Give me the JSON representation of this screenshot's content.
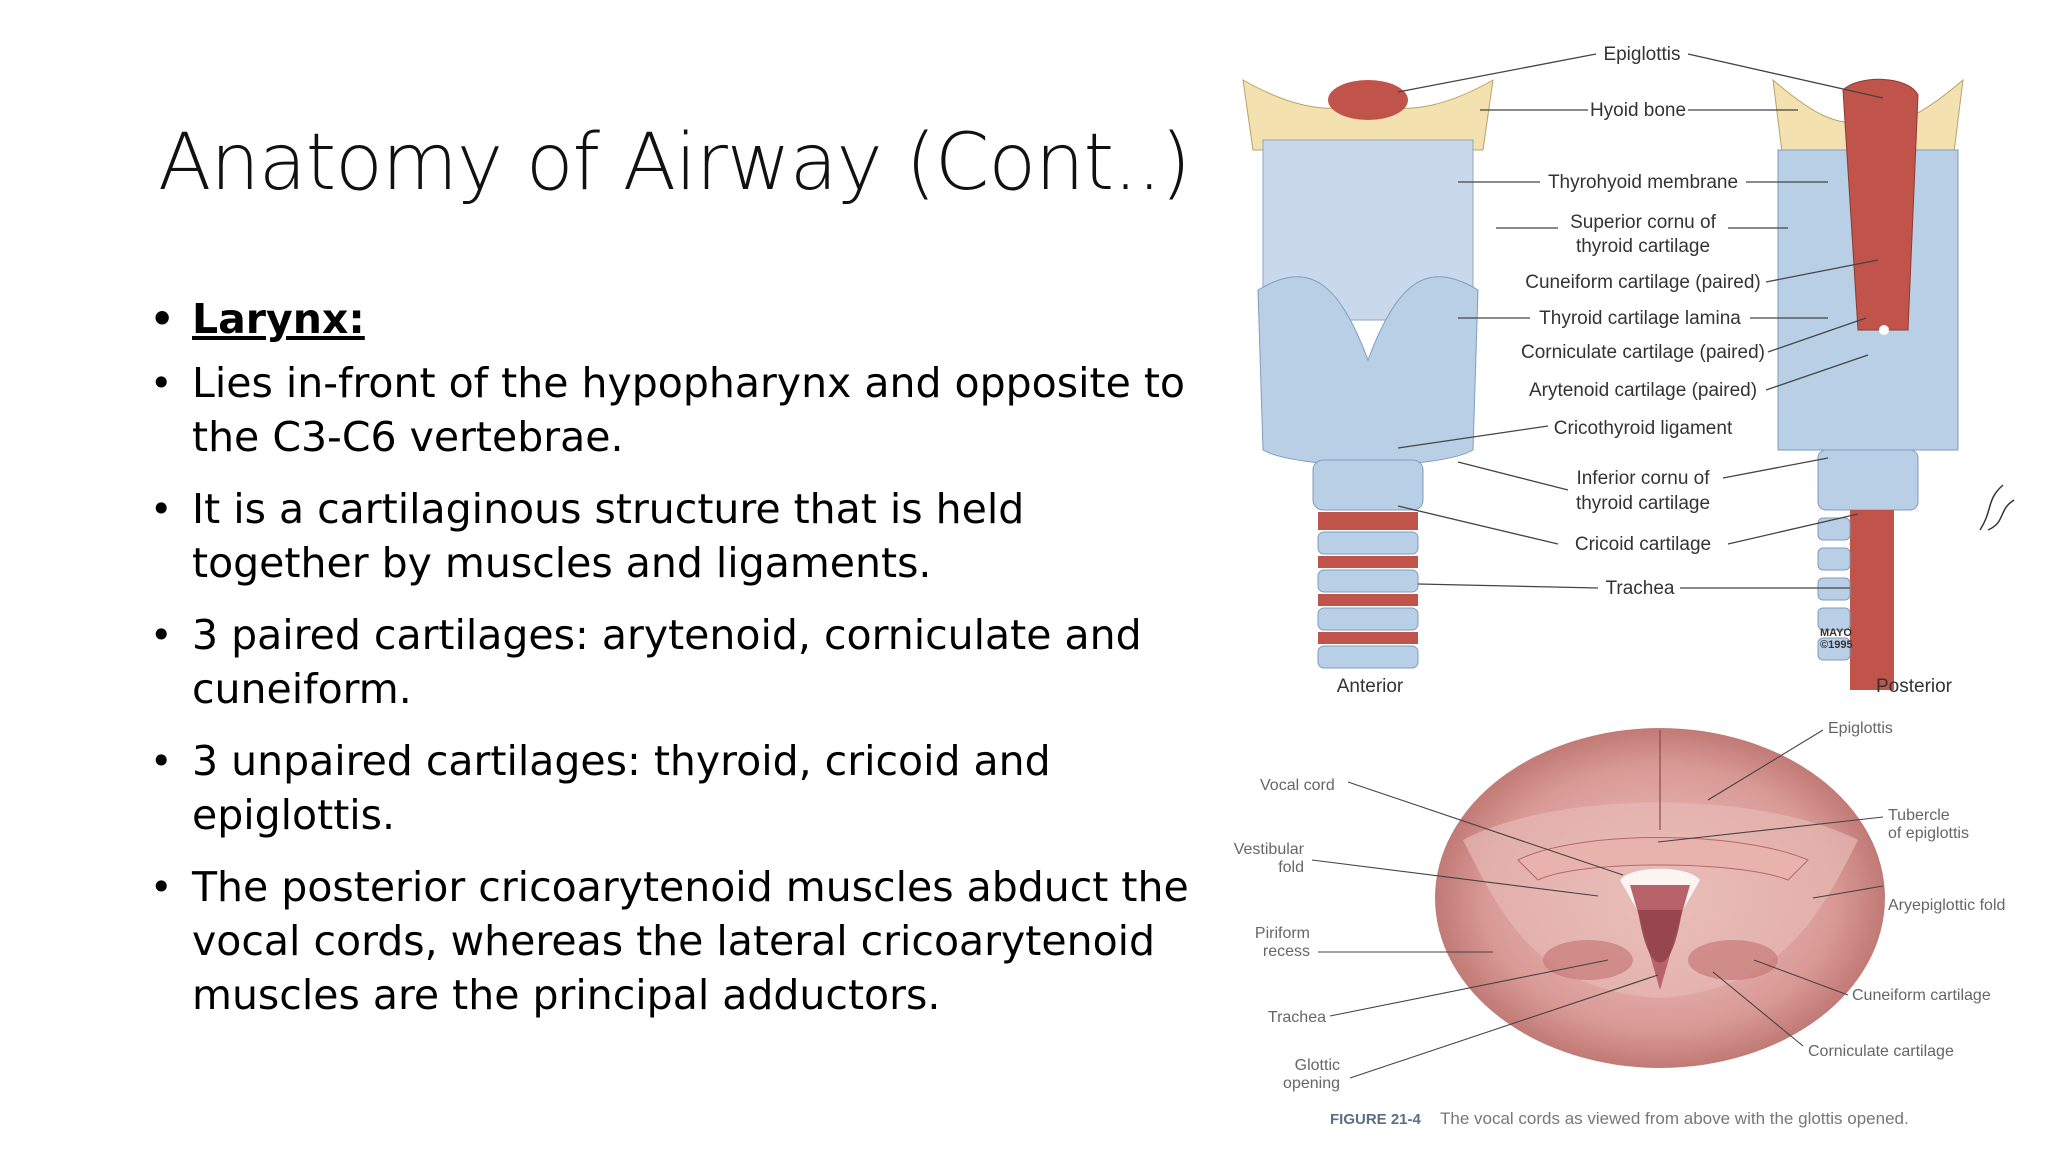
{
  "title": "Anatomy of Airway (Cont..)",
  "bullets": [
    "Larynx:",
    "Lies in-front of the hypopharynx and opposite to the C3-C6 vertebrae.",
    "It is a cartilaginous structure that is held together by muscles and ligaments.",
    "3 paired cartilages: arytenoid, corniculate and cuneiform.",
    "3 unpaired cartilages: thyroid, cricoid and epiglottis.",
    "The posterior cricoarytenoid muscles abduct the vocal cords, whereas the lateral cricoarytenoid muscles are the principal adductors."
  ],
  "figure_top": {
    "labels": {
      "epiglottis": "Epiglottis",
      "hyoid": "Hyoid bone",
      "thyrohyoid": "Thyrohyoid membrane",
      "superior_cornu_1": "Superior cornu of",
      "superior_cornu_2": "thyroid cartilage",
      "cuneiform": "Cuneiform cartilage (paired)",
      "thyroid_lamina": "Thyroid cartilage lamina",
      "corniculate": "Corniculate cartilage (paired)",
      "arytenoid": "Arytenoid cartilage (paired)",
      "cricothyroid": "Cricothyroid ligament",
      "inferior_cornu_1": "Inferior cornu of",
      "inferior_cornu_2": "thyroid cartilage",
      "cricoid": "Cricoid cartilage",
      "trachea": "Trachea"
    },
    "anterior": "Anterior",
    "posterior": "Posterior",
    "mayo_1": "MAYO",
    "mayo_2": "©1995"
  },
  "figure_bottom": {
    "labels": {
      "epiglottis": "Epiglottis",
      "vocal_cord": "Vocal cord",
      "vestibular_1": "Vestibular",
      "vestibular_2": "fold",
      "piriform_1": "Piriform",
      "piriform_2": "recess",
      "trachea": "Trachea",
      "glottic_1": "Glottic",
      "glottic_2": "opening",
      "tubercle_1": "Tubercle",
      "tubercle_2": "of epiglottis",
      "aryepiglottic": "Aryepiglottic fold",
      "cuneiform": "Cuneiform cartilage",
      "corniculate": "Corniculate cartilage"
    },
    "caption_label": "FIGURE 21-4",
    "caption_text": "The vocal cords as viewed from above with the glottis opened."
  },
  "colors": {
    "cartilage_blue": "#b9cfe6",
    "bone_cream": "#f3e1b0",
    "tissue_red": "#c0544a",
    "mucosa_pink": "#d99a96"
  }
}
